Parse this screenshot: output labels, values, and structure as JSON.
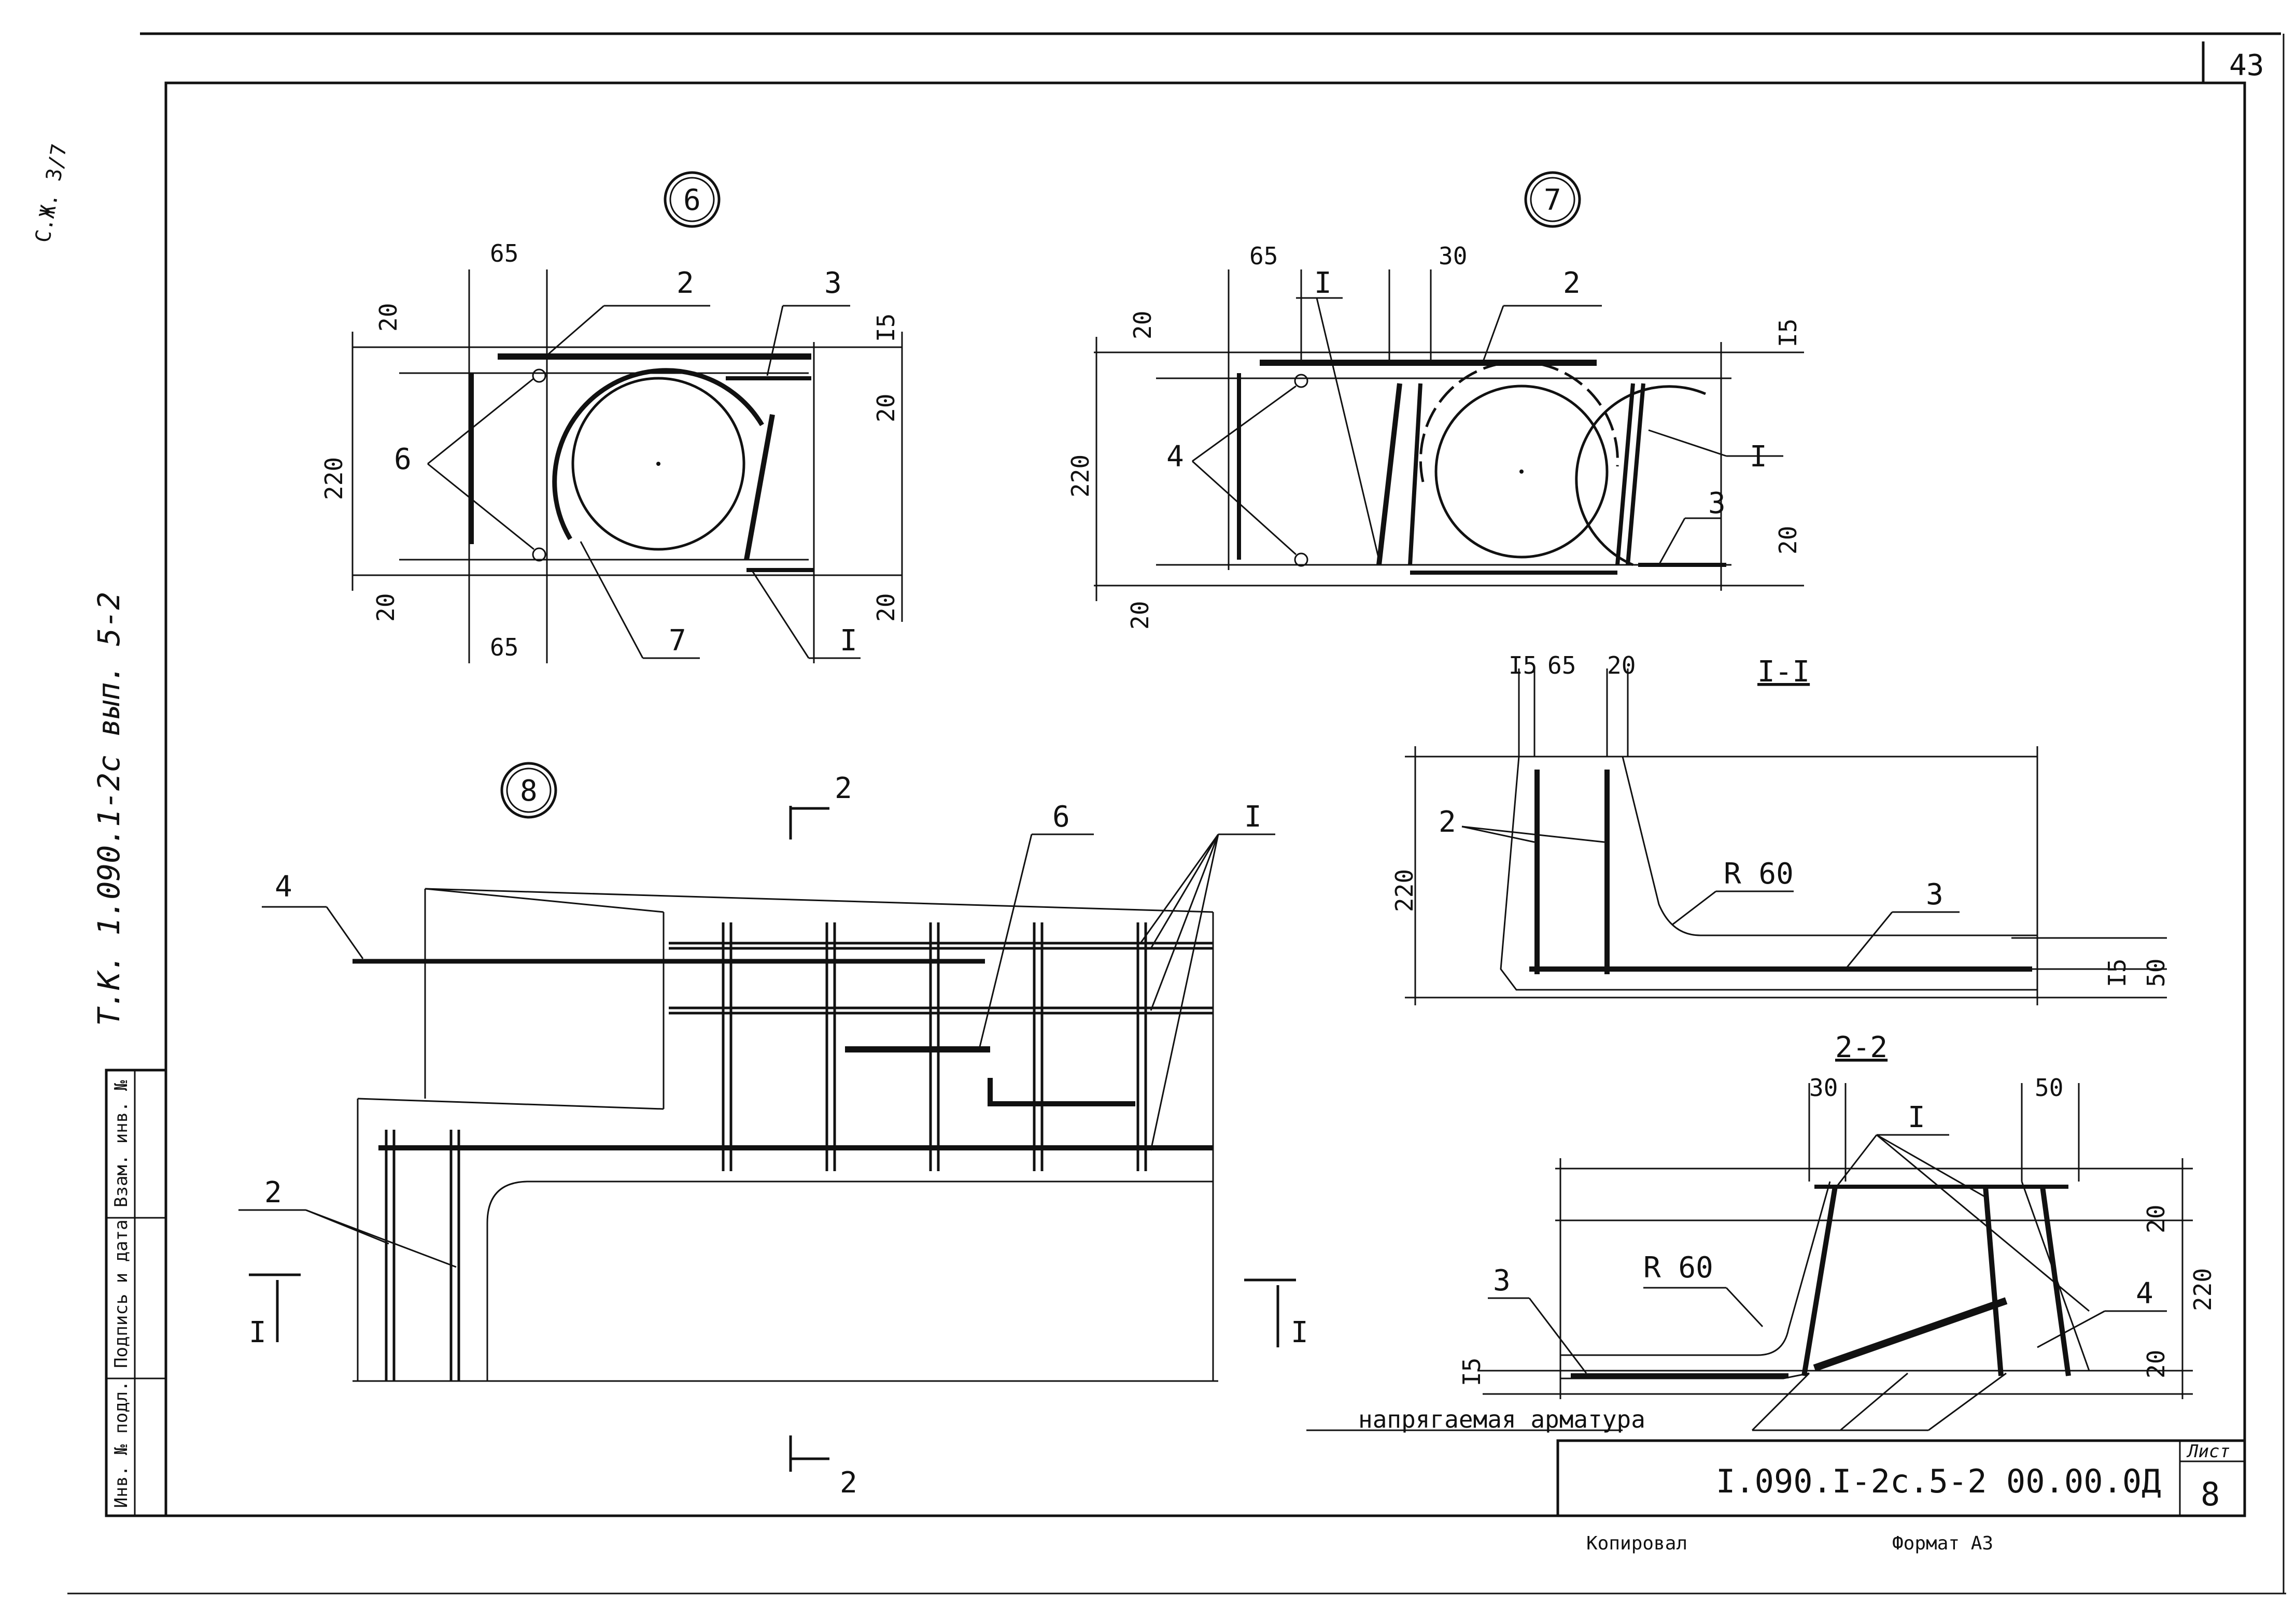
{
  "sheet": {
    "page_number": "43",
    "side_text": "Т.К. 1.090.1-2с  вып. 5-2",
    "corner_scribble": "С.Ж. 3/7",
    "stamp_cells": [
      "Инв. № подл.",
      "Подпись и дата",
      "Взам. инв. №"
    ],
    "designation": "I.090.I-2c.5-2  00.00.0Д",
    "sheet_label": "Лист",
    "sheet_number": "8",
    "copied_by": "Копировал",
    "format": "Формат А3"
  },
  "node6": {
    "circle_label": "6",
    "dims": {
      "top_width": "65",
      "bottom_width": "65",
      "top_cover": "20",
      "top_right": "I5",
      "right_upper": "20",
      "left_height": "220",
      "bottom_left": "20",
      "bottom_right": "20"
    },
    "callouts": {
      "top_left": "2",
      "top_right": "3",
      "left": "6",
      "bottom_mid": "7",
      "bottom_right": "I"
    }
  },
  "node7": {
    "circle_label": "7",
    "dims": {
      "top_width": "65",
      "top_gap": "30",
      "top_cover": "20",
      "top_right": "I5",
      "right_lower": "20",
      "left_height": "220",
      "bottom_left": "20"
    },
    "callouts": {
      "top_left": "I",
      "top_mid": "2",
      "left": "4",
      "right": "I",
      "bottom_right": "3"
    }
  },
  "node8": {
    "circle_label": "8",
    "section_marks": {
      "top": "2",
      "bottom": "2",
      "left": "I",
      "right": "I"
    },
    "callouts": {
      "left_rod": "4",
      "mid_bar": "6",
      "top_right": "I",
      "bottom_left": "2"
    }
  },
  "section_1_1": {
    "title": "I-I",
    "dims": {
      "top_a": "I5",
      "top_b": "65",
      "top_c": "20",
      "height": "220",
      "right_a": "I5",
      "right_b": "50"
    },
    "callouts": {
      "left": "2",
      "radius": "R 60",
      "bottom": "3"
    }
  },
  "section_2_2": {
    "title": "2-2",
    "dims": {
      "top_left": "30",
      "top_right": "50",
      "right_upper": "20",
      "height": "220",
      "right_lower": "20",
      "left": "I5"
    },
    "callouts": {
      "top": "I",
      "radius": "R 60",
      "left": "3",
      "right": "4"
    },
    "note": "напрягаемая арматура"
  }
}
